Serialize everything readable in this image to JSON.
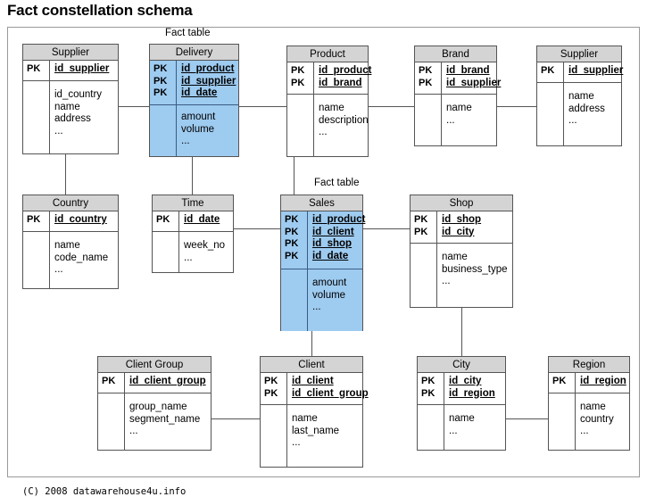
{
  "title": "Fact constellation schema",
  "footer": "(C) 2008 datawarehouse4u.info",
  "colors": {
    "fact_fill": "#9ecbf0",
    "header_fill": "#d4d4d4",
    "border": "#555555",
    "canvas_border": "#9a9a9a",
    "background": "#ffffff"
  },
  "labels": {
    "fact_table_delivery": "Fact table",
    "fact_table_sales": "Fact table"
  },
  "entities": [
    {
      "id": "supplier-left",
      "name": "Supplier",
      "is_fact": false,
      "keys": [
        "PK"
      ],
      "pk_fields": [
        "id_supplier"
      ],
      "fields": [
        "id_country",
        "name",
        "address",
        "..."
      ]
    },
    {
      "id": "delivery",
      "name": "Delivery",
      "is_fact": true,
      "keys": [
        "PK",
        "PK",
        "PK"
      ],
      "pk_fields": [
        "id_product",
        "id_supplier",
        "id_date"
      ],
      "fields": [
        "amount",
        "volume",
        "..."
      ]
    },
    {
      "id": "product",
      "name": "Product",
      "is_fact": false,
      "keys": [
        "PK",
        "PK"
      ],
      "pk_fields": [
        "id_product",
        "id_brand"
      ],
      "fields": [
        "name",
        "description",
        "..."
      ]
    },
    {
      "id": "brand",
      "name": "Brand",
      "is_fact": false,
      "keys": [
        "PK",
        "PK"
      ],
      "pk_fields": [
        "id_brand",
        "id_supplier"
      ],
      "fields": [
        "name",
        "..."
      ]
    },
    {
      "id": "supplier-right",
      "name": "Supplier",
      "is_fact": false,
      "keys": [
        "PK"
      ],
      "pk_fields": [
        "id_supplier"
      ],
      "fields": [
        "name",
        "address",
        "..."
      ]
    },
    {
      "id": "country",
      "name": "Country",
      "is_fact": false,
      "keys": [
        "PK"
      ],
      "pk_fields": [
        "id_country"
      ],
      "fields": [
        "name",
        "code_name",
        "..."
      ]
    },
    {
      "id": "time",
      "name": "Time",
      "is_fact": false,
      "keys": [
        "PK"
      ],
      "pk_fields": [
        "id_date"
      ],
      "fields": [
        "week_no",
        "..."
      ]
    },
    {
      "id": "sales",
      "name": "Sales",
      "is_fact": true,
      "keys": [
        "PK",
        "PK",
        "PK",
        "PK"
      ],
      "pk_fields": [
        "id_product",
        "id_client",
        "id_shop",
        "id_date"
      ],
      "fields": [
        "amount",
        "volume",
        "..."
      ]
    },
    {
      "id": "shop",
      "name": "Shop",
      "is_fact": false,
      "keys": [
        "PK",
        "PK"
      ],
      "pk_fields": [
        "id_shop",
        "id_city"
      ],
      "fields": [
        "name",
        "business_type",
        "..."
      ]
    },
    {
      "id": "client-group",
      "name": "Client Group",
      "is_fact": false,
      "keys": [
        "PK"
      ],
      "pk_fields": [
        "id_client_group"
      ],
      "fields": [
        "group_name",
        "segment_name",
        "..."
      ]
    },
    {
      "id": "client",
      "name": "Client",
      "is_fact": false,
      "keys": [
        "PK",
        "PK"
      ],
      "pk_fields": [
        "id_client",
        "id_client_group"
      ],
      "fields": [
        "name",
        "last_name",
        "..."
      ]
    },
    {
      "id": "city",
      "name": "City",
      "is_fact": false,
      "keys": [
        "PK",
        "PK"
      ],
      "pk_fields": [
        "id_city",
        "id_region"
      ],
      "fields": [
        "name",
        "..."
      ]
    },
    {
      "id": "region",
      "name": "Region",
      "is_fact": false,
      "keys": [
        "PK"
      ],
      "pk_fields": [
        "id_region"
      ],
      "fields": [
        "name",
        "country",
        "..."
      ]
    }
  ],
  "relationships": [
    {
      "from": "supplier-left",
      "to": "delivery"
    },
    {
      "from": "delivery",
      "to": "product"
    },
    {
      "from": "product",
      "to": "brand"
    },
    {
      "from": "brand",
      "to": "supplier-right"
    },
    {
      "from": "supplier-left",
      "to": "country"
    },
    {
      "from": "delivery",
      "to": "time"
    },
    {
      "from": "time",
      "to": "sales"
    },
    {
      "from": "product",
      "to": "sales"
    },
    {
      "from": "sales",
      "to": "shop"
    },
    {
      "from": "sales",
      "to": "client"
    },
    {
      "from": "client-group",
      "to": "client"
    },
    {
      "from": "shop",
      "to": "city"
    },
    {
      "from": "city",
      "to": "region"
    }
  ]
}
